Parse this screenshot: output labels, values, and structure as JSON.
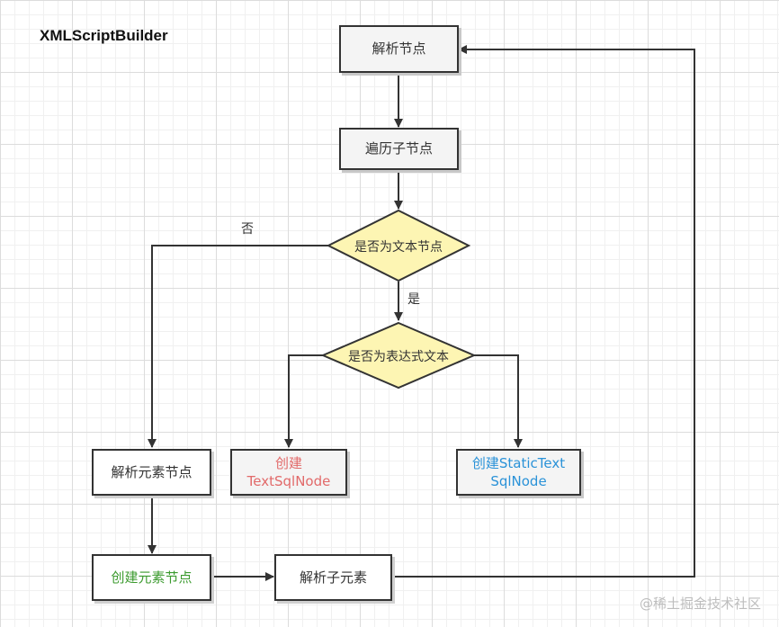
{
  "title": "XMLScriptBuilder",
  "nodes": {
    "parse_node": "解析节点",
    "traverse_children": "遍历子节点",
    "is_text_node": "是否为文本节点",
    "is_expression_text": "是否为表达式文本",
    "create_text_sql_node_1": "创建",
    "create_text_sql_node_2": "TextSqlNode",
    "create_static_text_1": "创建StaticText",
    "create_static_text_2": "SqlNode",
    "parse_element_node": "解析元素节点",
    "create_element_node": "创建元素节点",
    "parse_child_element": "解析子元素"
  },
  "edge_labels": {
    "no": "否",
    "yes": "是"
  },
  "watermark": "@稀土掘金技术社区",
  "colors": {
    "decision_fill": "#fdf5b3",
    "red_text": "#e26a6a",
    "blue_text": "#2a92d8",
    "green_text": "#3b9a2e"
  }
}
